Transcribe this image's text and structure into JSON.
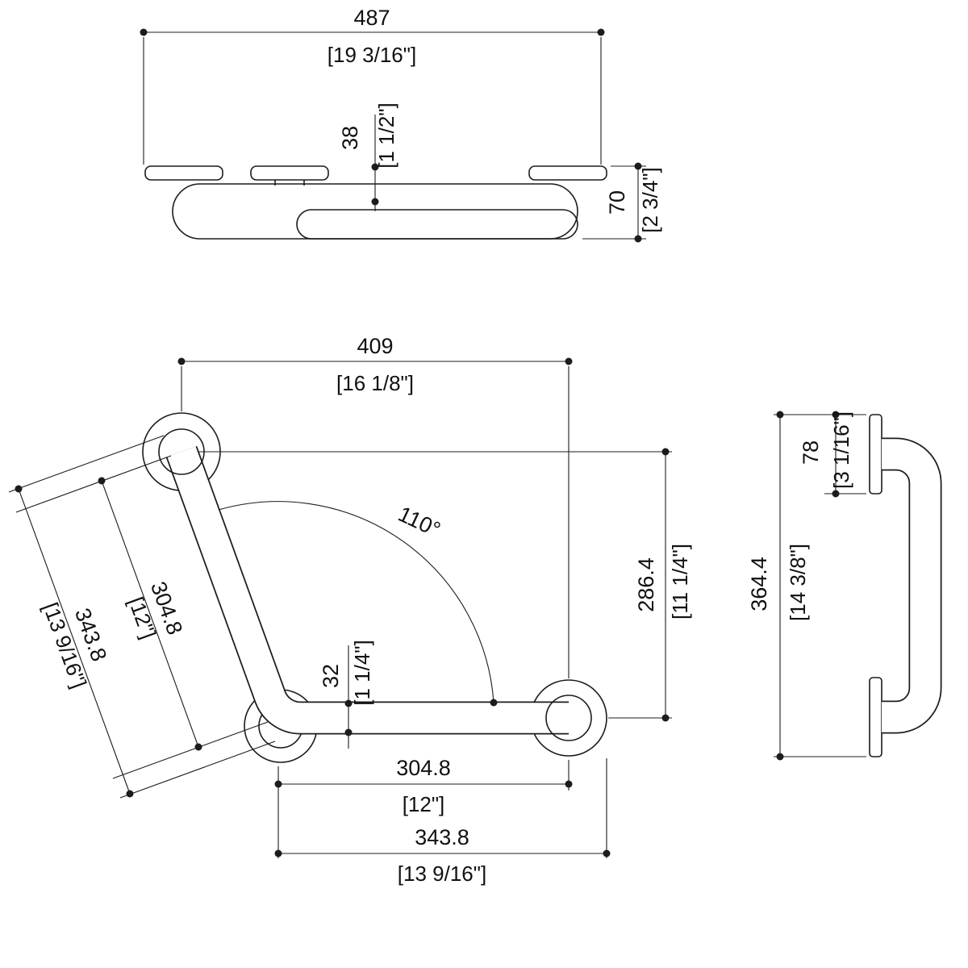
{
  "background": "#ffffff",
  "line_color": "#1c1c1c",
  "views": {
    "top": {
      "name": "top-view",
      "overall_width_mm": "487",
      "overall_width_in": "[19 3/16\"]",
      "center_offset_mm": "38",
      "center_offset_in": "[1 1/2\"]",
      "depth_mm": "70",
      "depth_in": "[2 3/4\"]"
    },
    "front": {
      "name": "front-view",
      "span_mm": "409",
      "span_in": "[16 1/8\"]",
      "bend_angle": "110°",
      "diag_outer_mm": "343.8",
      "diag_outer_in": "[13 9/16\"]",
      "diag_inner_mm": "304.8",
      "diag_inner_in": "[12\"]",
      "tube_dia_mm": "32",
      "tube_dia_in": "[1 1/4\"]",
      "vertical_span_mm": "286.4",
      "vertical_span_in": "[11 1/4\"]",
      "bottom_inner_mm": "304.8",
      "bottom_inner_in": "[12\"]",
      "bottom_outer_mm": "343.8",
      "bottom_outer_in": "[13 9/16\"]"
    },
    "side": {
      "name": "side-view",
      "flange_height_mm": "78",
      "flange_height_in": "[3 1/16\"]",
      "overall_height_mm": "364.4",
      "overall_height_in": "[14 3/8\"]"
    }
  }
}
